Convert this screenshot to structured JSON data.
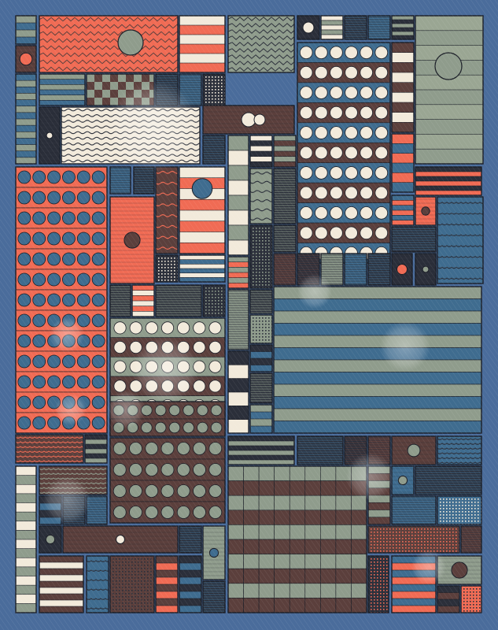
{
  "artwork": {
    "kind": "generative-geometric-quilt",
    "palette": {
      "background": "#4a6c9b",
      "coral": "#f06b54",
      "teal": "#3f6c8f",
      "sage": "#8f9c8c",
      "brown": "#5b3f3c",
      "cream": "#f2eadb",
      "dark": "#2b2f3a",
      "ink": "#1b1e27"
    },
    "motifs": [
      "horizontal-stripes",
      "vertical-stripes",
      "dot-rows",
      "wave-lines",
      "zigzag-lines",
      "checker-grid",
      "dot-grid",
      "dense-lines",
      "large-circle"
    ],
    "bokeh_overlay": true,
    "diagonal_hatching_overlay": true
  }
}
